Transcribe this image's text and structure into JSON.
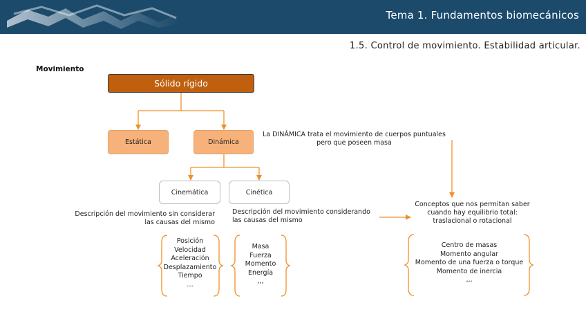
{
  "header": {
    "title": "Tema 1. Fundamentos biomecánicos"
  },
  "subtitle": "1.5. Control de movimiento. Estabilidad articular.",
  "section_label": "Movimiento",
  "diagram": {
    "root": "Sólido rígido",
    "estatica": "Estática",
    "dinamica": "Dinámica",
    "cinematica": "Cinemática",
    "cinetica": "Cinética",
    "dinamica_note": [
      "La DINÁMICA trata el movimiento de cuerpos puntuales",
      "pero que poseen masa"
    ],
    "cinematica_desc": [
      "Descripción del movimiento sin considerar",
      "las causas del mismo"
    ],
    "cinetica_desc": [
      "Descripción del movimiento considerando",
      "las causas del mismo"
    ],
    "conceptos": [
      "Conceptos que nos permitan saber",
      "cuando hay equilibrio total:",
      "traslacional o rotacional"
    ],
    "cinematica_items": [
      "Posición",
      "Velocidad",
      "Aceleración",
      "Desplazamiento",
      "Tiempo",
      "…"
    ],
    "cinetica_items": [
      "Masa",
      "Fuerza",
      "Momento",
      "Energía",
      ",,,"
    ],
    "conceptos_items": [
      "Centro de masas",
      "Momento angular",
      "Momento de una fuerza o torque",
      "Momento de inercia",
      ",,,"
    ]
  },
  "colors": {
    "header": "#1b4a6b",
    "accent": "#f0902a",
    "root_box": "#c0600f",
    "light_box": "#f6b27a"
  }
}
